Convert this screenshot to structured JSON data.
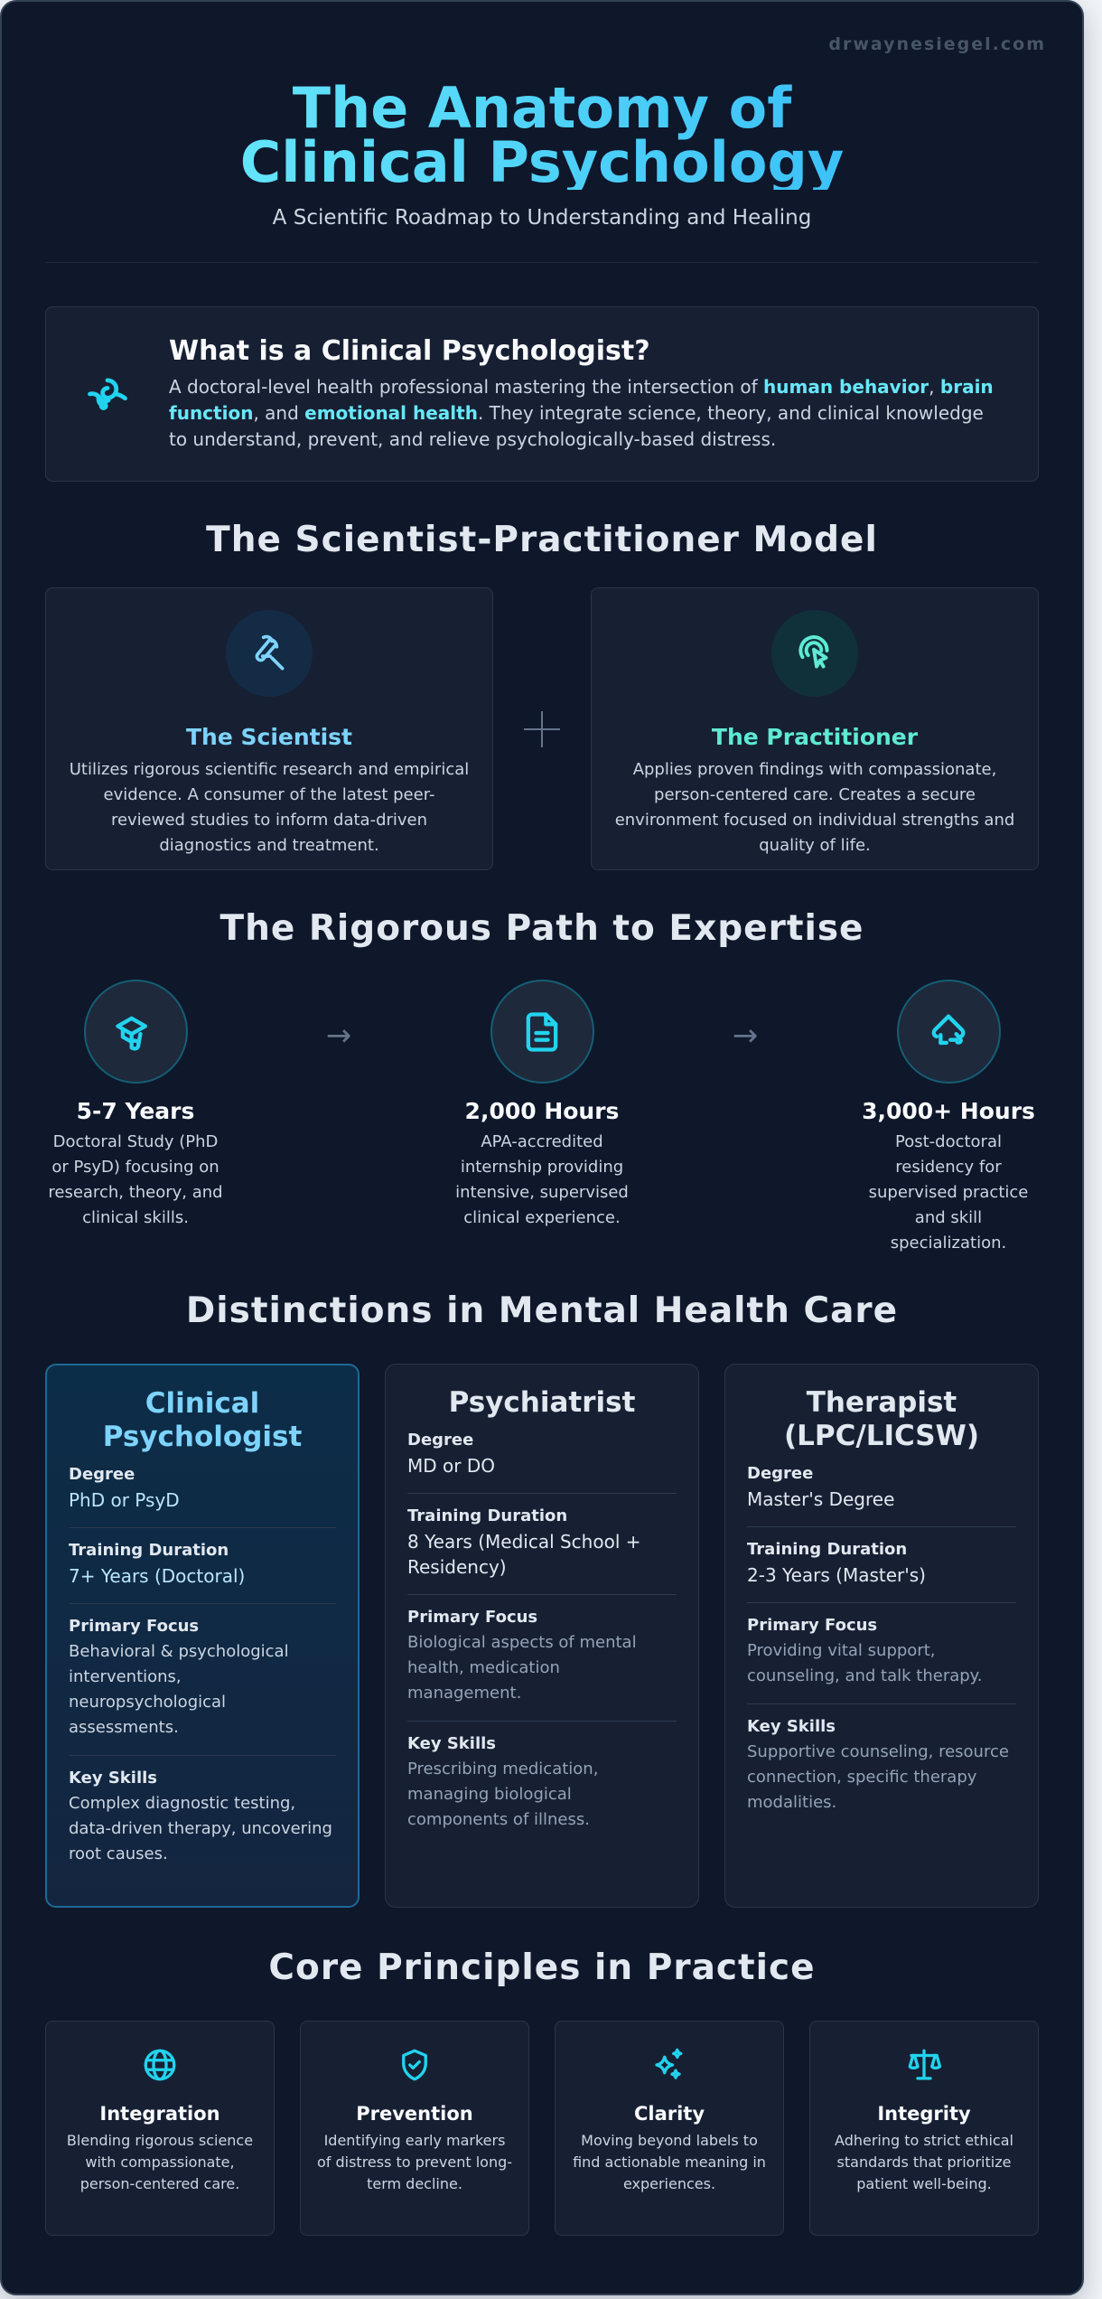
{
  "watermark": "drwaynesiegel.com",
  "header": {
    "title": "The Anatomy of Clinical Psychology",
    "subtitle": "A Scientific Roadmap to Understanding and Healing"
  },
  "intro": {
    "icon": "brain-icon",
    "title": "What is a Clinical Psychologist?",
    "text_parts": {
      "p1": "A doctoral-level health professional mastering the intersection of ",
      "h1": "human behavior",
      "p2": ", ",
      "h2": "brain function",
      "p3": ", and ",
      "h3": "emotional health",
      "p4": ". They integrate science, theory, and clinical knowledge to understand, prevent, and relieve psychologically-based distress."
    }
  },
  "model": {
    "heading": "The Scientist-Practitioner Model",
    "connector": "+",
    "scientist": {
      "icon": "microscope-icon",
      "title": "The Scientist",
      "description": "Utilizes rigorous scientific research and empirical evidence. A consumer of the latest peer-reviewed studies to inform data-driven diagnostics and treatment.",
      "color": "#7dd3fc"
    },
    "practitioner": {
      "icon": "pointer-touch-icon",
      "title": "The Practitioner",
      "description": "Applies proven findings with compassionate, person-centered care. Creates a secure environment focused on individual strengths and quality of life.",
      "color": "#5eead4"
    }
  },
  "path": {
    "heading": "The Rigorous Path to Expertise",
    "arrow": "→",
    "steps": [
      {
        "icon": "graduation-cap-icon",
        "title": "5-7 Years",
        "description": "Doctoral Study (PhD or PsyD) focusing on research, theory, and clinical skills."
      },
      {
        "icon": "document-icon",
        "title": "2,000 Hours",
        "description": "APA-accredited internship providing intensive, supervised clinical experience."
      },
      {
        "icon": "helping-hand-icon",
        "title": "3,000+ Hours",
        "description": "Post-doctoral residency for supervised practice and skill specialization."
      }
    ]
  },
  "distinctions": {
    "heading": "Distinctions in Mental Health Care",
    "labels": {
      "degree": "Degree",
      "training": "Training Duration",
      "focus": "Primary Focus",
      "skills": "Key Skills"
    },
    "professions": [
      {
        "title": "Clinical Psychologist",
        "featured": true,
        "degree": "PhD or PsyD",
        "training": "7+ Years (Doctoral)",
        "focus": "Behavioral & psychological interventions, neuropsychological assessments.",
        "skills": "Complex diagnostic testing, data-driven therapy, uncovering root causes."
      },
      {
        "title": "Psychiatrist",
        "featured": false,
        "degree": "MD or DO",
        "training": "8 Years (Medical School + Residency)",
        "focus": "Biological aspects of mental health, medication management.",
        "skills": "Prescribing medication, managing biological components of illness."
      },
      {
        "title": "Therapist (LPC/LICSW)",
        "featured": false,
        "degree": "Master's Degree",
        "training": "2-3 Years (Master's)",
        "focus": "Providing vital support, counseling, and talk therapy.",
        "skills": "Supportive counseling, resource connection, specific therapy modalities."
      }
    ]
  },
  "principles": {
    "heading": "Core Principles in Practice",
    "items": [
      {
        "icon": "globe-icon",
        "title": "Integration",
        "description": "Blending rigorous science with compassionate, person-centered care."
      },
      {
        "icon": "shield-check-icon",
        "title": "Prevention",
        "description": "Identifying early markers of distress to prevent long-term decline."
      },
      {
        "icon": "sparkles-icon",
        "title": "Clarity",
        "description": "Moving beyond labels to find actionable meaning in experiences."
      },
      {
        "icon": "scale-icon",
        "title": "Integrity",
        "description": "Adhering to strict ethical standards that prioritize patient well-being."
      }
    ]
  },
  "colors": {
    "background": "#0f172a",
    "card": "#172033",
    "accent_cyan": "#22d3ee",
    "title_gradient_start": "#67e8f9",
    "title_gradient_end": "#38bdf8",
    "scientist": "#7dd3fc",
    "practitioner": "#5eead4"
  }
}
